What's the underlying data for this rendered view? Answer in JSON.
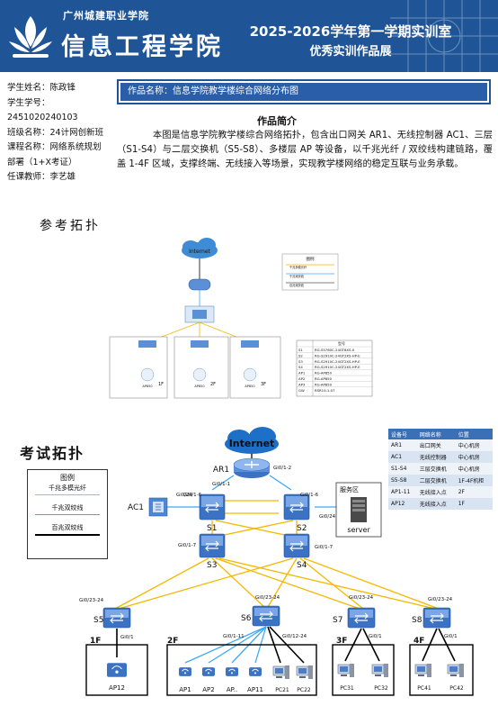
{
  "header": {
    "school": "广州城建职业学院",
    "college": "信息工程学院",
    "title_line1": "2025-2026学年第一学期实训室",
    "title_line2": "优秀实训作品展"
  },
  "student": {
    "name_label": "学生姓名：",
    "name": "陈政锋",
    "id_label": "学生学号：",
    "id": "2451020240103",
    "class_label": "班级名称：",
    "class": "24计网创新班",
    "course_label": "课程名称：",
    "course": "网络系统规划",
    "course_cont": "部署（1+X考证）",
    "teacher_label": "任课教师：",
    "teacher": "李艺雄"
  },
  "work": {
    "title": "作品名称：信息学院教学楼综合网络分布图",
    "intro_title": "作品简介",
    "intro": "本图是信息学院教学楼综合网络拓扑，包含出口网关 AR1、无线控制器 AC1、三层（S1-S4）与二层交换机（S5-S8）、多楼层 AP 等设备，以千兆光纤 / 双绞线构建链路，覆盖 1-4F 区域，支撑终端、无线接入等场景，实现教学楼网络的稳定互联与业务承载。"
  },
  "sections": {
    "reference": "参考拓扑",
    "exam": "考试拓扑"
  },
  "reference": {
    "internet": "Internet",
    "legend_title": "图例",
    "legend_items": [
      "千兆多模光纤",
      "千兆双绞线",
      "百兆双绞线"
    ],
    "floors": [
      "1F",
      "2F",
      "3F"
    ],
    "ap_label": "AP850",
    "table_header": [
      "型号"
    ],
    "table_rows": [
      [
        "S1",
        "RG-S5760C-24GT8XS-X"
      ],
      [
        "S2",
        "RG-S2910C-24GT2XS-HP-E"
      ],
      [
        "S3",
        "RG-S2910C-24GT2XS-HP-E"
      ],
      [
        "S4",
        "RG-S2910C-24GT2XS-HP-E"
      ],
      [
        "AP1",
        "RG-AP850"
      ],
      [
        "AP2",
        "RG-AP850"
      ],
      [
        "AP3",
        "RG-AP850"
      ],
      [
        "GW",
        "RSR10-1-07"
      ]
    ]
  },
  "legend": {
    "title": "图例",
    "items": [
      {
        "label": "千兆多模光纤",
        "color": "#f5b800"
      },
      {
        "label": "千兆双绞线",
        "color": "#3fa9f5"
      },
      {
        "label": "百兆双绞线",
        "color": "#000000"
      }
    ]
  },
  "device_table": {
    "headers": [
      "设备号",
      "网络名称",
      "位置"
    ],
    "rows": [
      [
        "AR1",
        "出口网关",
        "中心机房"
      ],
      [
        "AC1",
        "无线控制器",
        "中心机房"
      ],
      [
        "S1-S4",
        "三层交换机",
        "中心机房"
      ],
      [
        "S5-S8",
        "二层交换机",
        "1F-4F机柜"
      ],
      [
        "AP1-11",
        "无线接入点",
        "2F"
      ],
      [
        "AP12",
        "无线接入点",
        "1F"
      ]
    ]
  },
  "topology": {
    "internet": "Internet",
    "ar1": "AR1",
    "ac1": "AC1",
    "s1": "S1",
    "s2": "S2",
    "s3": "S3",
    "s4": "S4",
    "s5": "S5",
    "s6": "S6",
    "s7": "S7",
    "s8": "S8",
    "server_area": "服务区",
    "server": "server",
    "ports": {
      "ar1_s1": "Gi0/1-1",
      "ar1_s2": "Gi0/1-2",
      "ac1": "Gi0/24",
      "s1_up": "Gi0/1-6",
      "s2_up": "Gi0/1-6",
      "s2_srv": "Gi0/24",
      "s3": "Gi0/1-7",
      "s4": "Gi0/1-7",
      "s5_up": "Gi0/23-24",
      "s6_up": "Gi0/23-24",
      "s7_up": "Gi0/23-24",
      "s8_up": "Gi0/23-24",
      "s5_dn": "Gi0/1",
      "s6_dn_ap": "Gi0/1-11",
      "s6_dn_pc": "Gi0/12-24",
      "s7_dn": "Gi0/1",
      "s8_dn": "Gi0/1"
    },
    "floors": {
      "f1": "1F",
      "f2": "2F",
      "f3": "3F",
      "f4": "4F"
    },
    "devices": {
      "ap12": "AP12",
      "ap1": "AP1",
      "ap2": "AP2",
      "ap_dots": "AP..",
      "ap11": "AP11",
      "pc21": "PC21",
      "pc22": "PC22",
      "pc31": "PC31",
      "pc32": "PC32",
      "pc41": "PC41",
      "pc42": "PC42"
    }
  },
  "colors": {
    "brand": "#1f5596",
    "fiber": "#f5b800",
    "gigabit": "#3fa9f5",
    "fast": "#000000"
  }
}
